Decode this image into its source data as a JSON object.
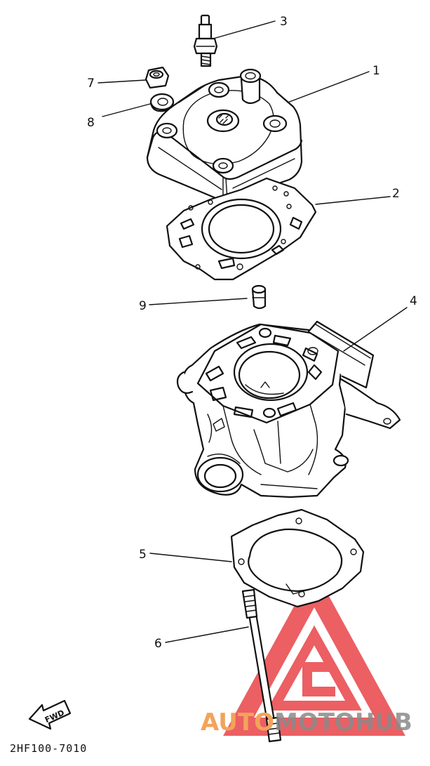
{
  "callouts": [
    {
      "id": "1",
      "label": "1"
    },
    {
      "id": "2",
      "label": "2"
    },
    {
      "id": "3",
      "label": "3"
    },
    {
      "id": "4",
      "label": "4"
    },
    {
      "id": "5",
      "label": "5"
    },
    {
      "id": "6",
      "label": "6"
    },
    {
      "id": "7",
      "label": "7"
    },
    {
      "id": "8",
      "label": "8"
    },
    {
      "id": "9",
      "label": "9"
    }
  ],
  "fwd_label": "FWD",
  "diagram_code": "2HF100-7010",
  "watermark": {
    "part1": "AUTO",
    "part2": "MOTO",
    "part3": "HUB",
    "colors": {
      "auto": "#f3a35a",
      "moto": "#8a8a8a",
      "hub": "#8a8a8a",
      "logo": "#e8383d"
    }
  }
}
